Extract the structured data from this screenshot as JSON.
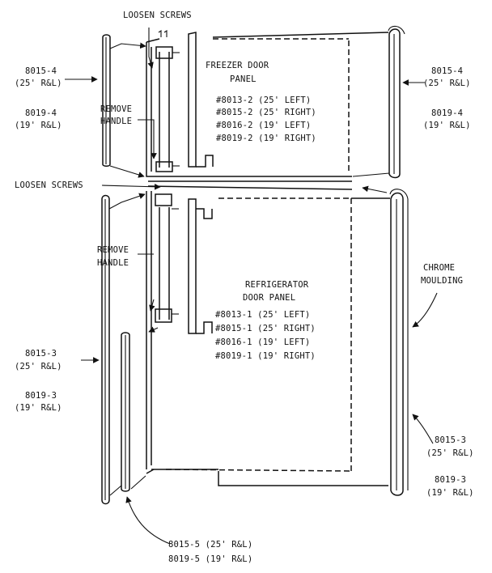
{
  "labels": {
    "loosen_screws_top": "LOOSEN SCREWS",
    "loosen_screws_mid": "LOOSEN SCREWS",
    "remove_handle_top": [
      "REMOVE",
      "HANDLE"
    ],
    "remove_handle_bottom": [
      "REMOVE",
      "HANDLE"
    ],
    "freezer_panel_title": [
      "FREEZER DOOR",
      "PANEL"
    ],
    "freezer_panel_parts": [
      "#8013-2 (25' LEFT)",
      "#8015-2 (25' RIGHT)",
      "#8016-2 (19' LEFT)",
      "#8019-2 (19' RIGHT)"
    ],
    "refrigerator_panel_title": [
      "REFRIGERATOR",
      "DOOR PANEL"
    ],
    "refrigerator_panel_parts": [
      "#8013-1 (25' LEFT)",
      "#8015-1 (25' RIGHT)",
      "#8016-1 (19' LEFT)",
      "#8019-1 (19' RIGHT)"
    ],
    "left_top_a": [
      "8015-4",
      "(25' R&L)"
    ],
    "left_top_b": [
      "8019-4",
      "(19' R&L)"
    ],
    "right_top_a": [
      "8015-4",
      "(25' R&L)"
    ],
    "right_top_b": [
      "8019-4",
      "(19' R&L)"
    ],
    "left_bottom_a": [
      "8015-3",
      "(25' R&L)"
    ],
    "left_bottom_b": [
      "8019-3",
      "(19' R&L)"
    ],
    "right_bottom_a": [
      "8015-3",
      "(25' R&L)"
    ],
    "right_bottom_b": [
      "8019-3",
      "(19' R&L)"
    ],
    "chrome_moulding": [
      "CHROME",
      "MOULDING"
    ],
    "bottom_part": [
      "8015-5 (25' R&L)",
      "8019-5 (19' R&L)"
    ]
  }
}
